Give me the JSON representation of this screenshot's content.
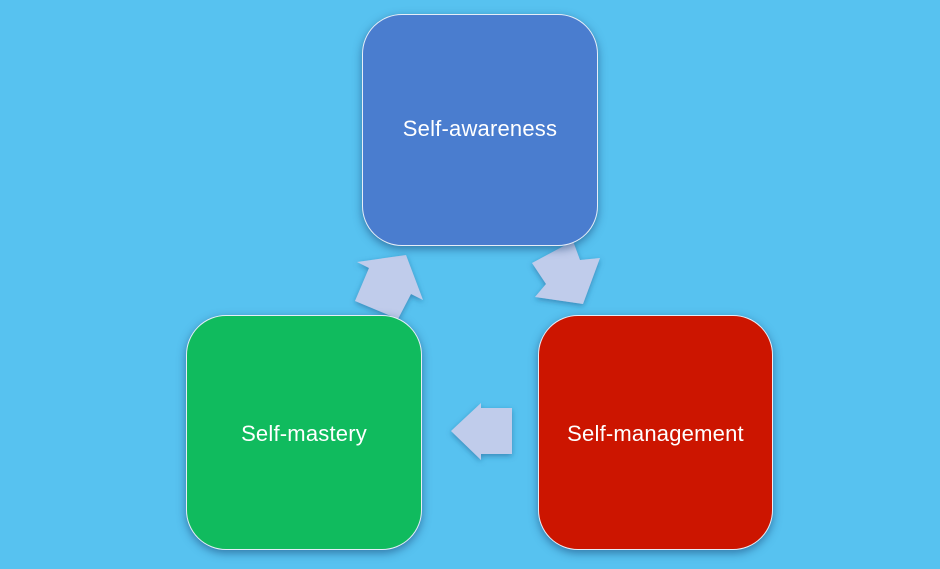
{
  "diagram": {
    "type": "cycle",
    "background_color": "#57c2f0",
    "arrow_color": "#c0cceb",
    "nodes": [
      {
        "id": "awareness",
        "label": "Self-awareness",
        "color": "#4a7dcf"
      },
      {
        "id": "management",
        "label": "Self-management",
        "color": "#cc1500"
      },
      {
        "id": "mastery",
        "label": "Self-mastery",
        "color": "#10bb5e"
      }
    ],
    "edges": [
      {
        "from": "awareness",
        "to": "management",
        "icon": "arrow-down-right-icon"
      },
      {
        "from": "management",
        "to": "mastery",
        "icon": "arrow-left-icon"
      },
      {
        "from": "mastery",
        "to": "awareness",
        "icon": "arrow-up-right-icon"
      }
    ]
  }
}
